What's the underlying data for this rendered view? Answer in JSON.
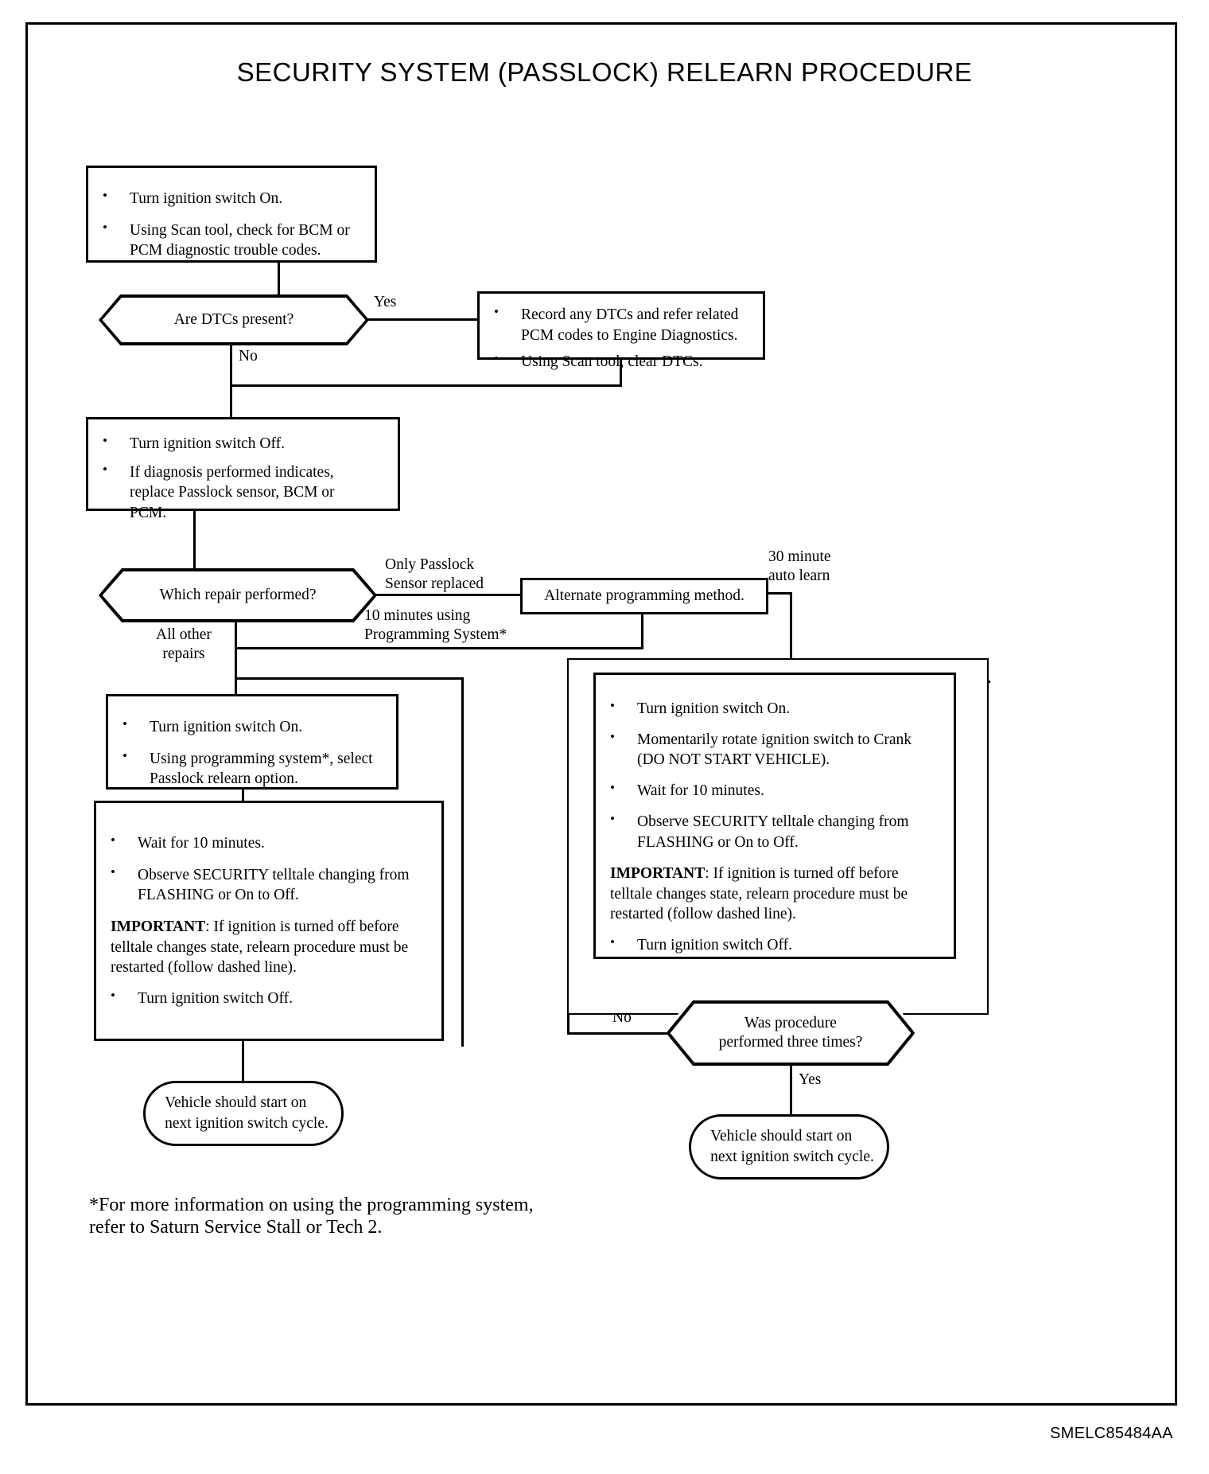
{
  "document": {
    "title": "SECURITY SYSTEM (PASSLOCK) RELEARN PROCEDURE",
    "part_code": "SMELC85484AA",
    "footnote": "*For more information on using the programming system,\n  refer to Saturn Service Stall or Tech 2."
  },
  "nodes": {
    "start_check": {
      "type": "process",
      "bullets": [
        "Turn ignition switch On.",
        "Using Scan tool, check for BCM or\nPCM diagnostic trouble codes."
      ]
    },
    "dtcs_present": {
      "type": "decision",
      "text": "Are DTCs present?"
    },
    "record_dtcs": {
      "type": "process",
      "bullets": [
        "Record any DTCs and refer related\nPCM codes to Engine Diagnostics.",
        "Using Scan tool, clear DTCs."
      ]
    },
    "turn_off_repair": {
      "type": "process",
      "bullets": [
        "Turn ignition switch Off.",
        "If diagnosis performed indicates,\nreplace Passlock sensor, BCM or\nPCM."
      ]
    },
    "which_repair": {
      "type": "decision",
      "text": "Which repair performed?"
    },
    "alternate_method": {
      "type": "process",
      "text": "Alternate programming method."
    },
    "prog_system_start": {
      "type": "process",
      "bullets": [
        "Turn ignition switch On.",
        "Using programming system*, select\nPasslock relearn option."
      ]
    },
    "prog_system_wait": {
      "type": "process",
      "bullets_pre": [
        "Wait for 10 minutes.",
        "Observe SECURITY telltale changing from\nFLASHING or On to Off."
      ],
      "important_label": "IMPORTANT",
      "important_text": ": If ignition is turned off before telltale changes state, relearn procedure must be restarted (follow dashed line).",
      "bullets_post": [
        "Turn ignition switch Off."
      ]
    },
    "auto_learn": {
      "type": "process",
      "bullets_pre": [
        "Turn ignition switch On.",
        "Momentarily rotate ignition switch to Crank\n(DO NOT START VEHICLE).",
        "Wait for 10 minutes.",
        "Observe SECURITY telltale changing from\nFLASHING or On to Off."
      ],
      "important_label": "IMPORTANT",
      "important_text": ": If ignition is turned off before telltale changes state, relearn procedure must be restarted (follow dashed line).",
      "bullets_post": [
        "Turn ignition switch Off."
      ]
    },
    "three_times": {
      "type": "decision",
      "text": "Was procedure\nperformed three times?"
    },
    "end_left": {
      "type": "terminator",
      "text": "Vehicle should start on\nnext ignition switch cycle."
    },
    "end_right": {
      "type": "terminator",
      "text": "Vehicle should start on\nnext ignition switch cycle."
    }
  },
  "edge_labels": {
    "dtcs_yes": "Yes",
    "dtcs_no": "No",
    "only_passlock": "Only Passlock\nSensor replaced",
    "ten_minutes": "10 minutes using\nProgramming System*",
    "all_other": "All other\nrepairs",
    "auto_learn_30": "30 minute\nauto learn",
    "three_times_no": "No",
    "three_times_yes": "Yes"
  },
  "colors": {
    "ink": "#000000",
    "paper": "#ffffff"
  }
}
